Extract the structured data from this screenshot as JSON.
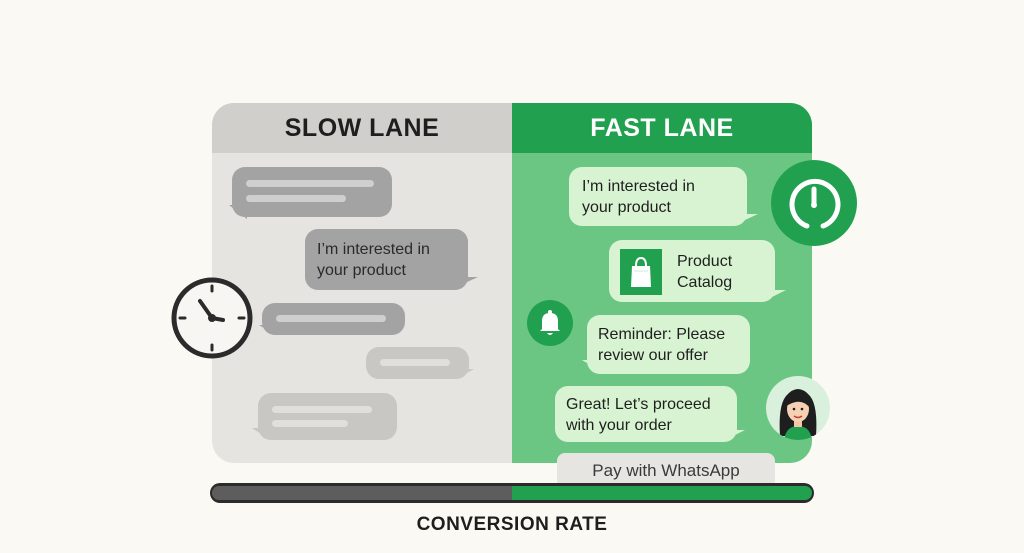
{
  "slow_lane": {
    "title": "SLOW LANE",
    "message": [
      "I’m interested in",
      "your product"
    ]
  },
  "fast_lane": {
    "title": "FAST LANE",
    "message_1": [
      "I’m interested in",
      "your product"
    ],
    "catalog": [
      "Product",
      "Catalog"
    ],
    "reminder": [
      "Reminder: Please",
      "review our offer"
    ],
    "proceed": [
      "Great! Let’s proceed",
      "with your order"
    ],
    "pay_button": "Pay with WhatsApp"
  },
  "conversion": {
    "label": "CONVERSION RATE",
    "slow_share": 0.5,
    "fast_share": 0.5
  },
  "colors": {
    "brand_green": "#21a150",
    "fast_bg": "#6cc683",
    "bubble_green": "#d7f3d1",
    "slow_bg": "#e6e4e0",
    "slow_header": "#d1cfcb",
    "bar_slow": "#5d5d5d"
  },
  "icons": [
    "clock-icon",
    "speedometer-icon",
    "bell-icon",
    "shopping-bag-icon",
    "customer-avatar"
  ]
}
